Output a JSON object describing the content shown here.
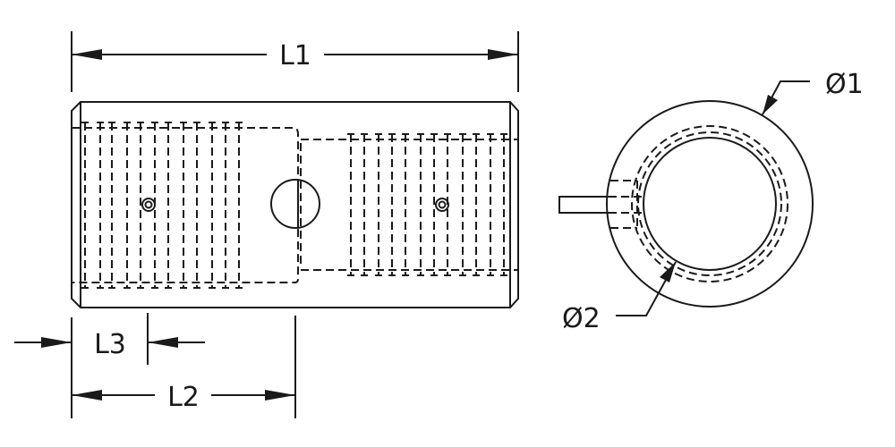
{
  "labels": {
    "L1": "L1",
    "L2": "L2",
    "L3": "L3",
    "D1": "Ø1",
    "D2": "Ø2"
  },
  "colors": {
    "line": "#1a1a1a"
  }
}
